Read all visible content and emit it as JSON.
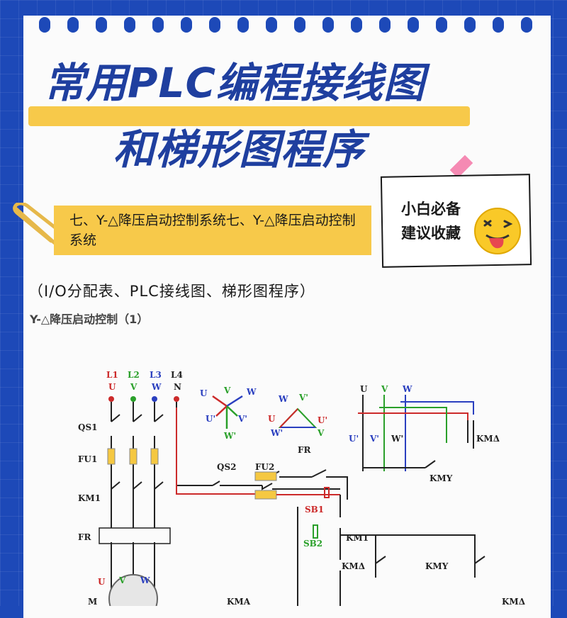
{
  "title": {
    "line1": "常用PLC编程接线图",
    "line2": "和梯形图程序"
  },
  "section": {
    "text": "七、Y-△降压启动控制系统七、Y-△降压启动控制系统"
  },
  "note": {
    "line1": "小白必备",
    "line2": "建议收藏"
  },
  "subtitle": "（I/O分配表、PLC接线图、梯形图程序）",
  "figure_title": "Y-△降压启动控制（1）",
  "diagram": {
    "phase_top": [
      "L1",
      "L2",
      "L3",
      "L4"
    ],
    "phase_bottom": [
      "U",
      "V",
      "W",
      "N"
    ],
    "left_labels": [
      "QS1",
      "FU1",
      "KM1",
      "FR",
      "M"
    ],
    "mid_labels": [
      "QS2",
      "FU2",
      "FR",
      "SB1",
      "SB2",
      "KM1",
      "KMΔ",
      "KMY",
      "KMA",
      "KMΔ"
    ],
    "right_labels": [
      "KMΔ",
      "KMY"
    ],
    "star_labels": [
      "U",
      "V",
      "W",
      "U'",
      "V'",
      "W'"
    ],
    "delta_labels": [
      "W",
      "V'",
      "U",
      "U'",
      "W'",
      "V"
    ],
    "motor_labels": [
      "U",
      "V",
      "W"
    ],
    "coil_labels": [
      "U'",
      "V'",
      "W'"
    ],
    "colors": {
      "red": "#cc2a2a",
      "green": "#2aa02a",
      "blue": "#2a3fbf",
      "black": "#222222"
    }
  }
}
